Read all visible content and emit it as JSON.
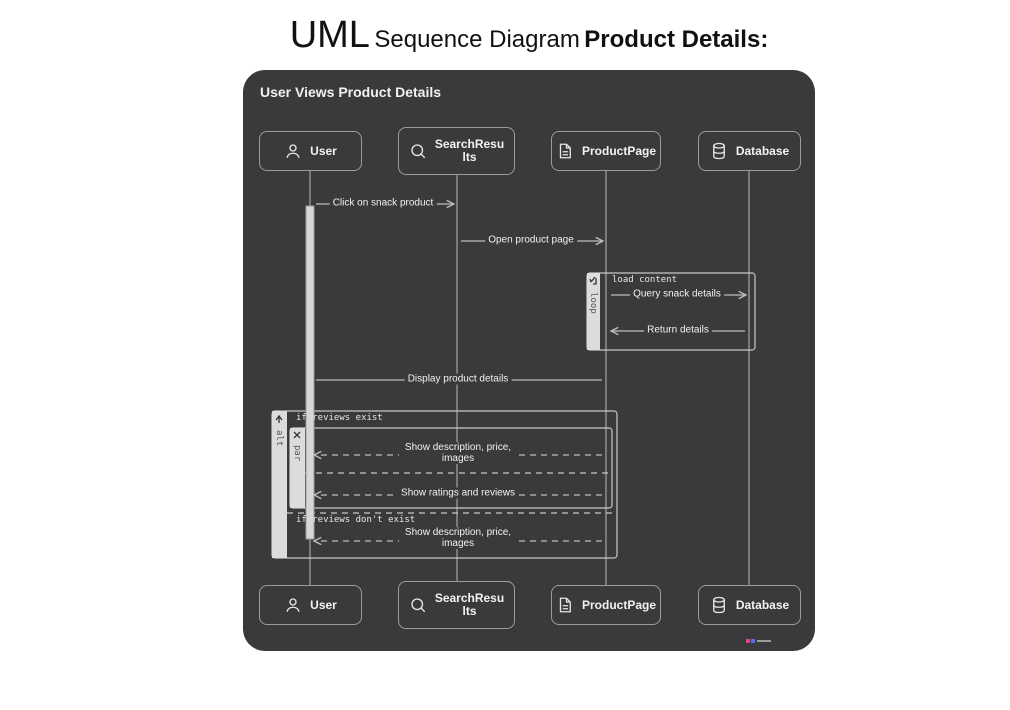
{
  "page": {
    "title_main": "UML",
    "title_mid": "Sequence Diagram",
    "title_bold": "Product Details:"
  },
  "diagram": {
    "title": "User Views Product Details",
    "participants": [
      {
        "name": "User",
        "icon": "user-icon"
      },
      {
        "name": "SearchResults",
        "icon": "search-icon"
      },
      {
        "name": "ProductPage",
        "icon": "document-icon"
      },
      {
        "name": "Database",
        "icon": "database-icon"
      }
    ],
    "messages": [
      {
        "text": "Click on snack product",
        "from": "User",
        "to": "SearchResults",
        "style": "solid"
      },
      {
        "text": "Open product page",
        "from": "SearchResults",
        "to": "ProductPage",
        "style": "solid"
      },
      {
        "text": "Query snack details",
        "from": "ProductPage",
        "to": "Database",
        "style": "solid"
      },
      {
        "text": "Return details",
        "from": "Database",
        "to": "ProductPage",
        "style": "solid"
      },
      {
        "text": "Display product details",
        "from": "ProductPage",
        "to": "User",
        "style": "solid"
      },
      {
        "text": "Show description, price, images",
        "from": "ProductPage",
        "to": "User",
        "style": "dashed"
      },
      {
        "text": "Show ratings and reviews",
        "from": "ProductPage",
        "to": "User",
        "style": "dashed"
      },
      {
        "text": "Show description, price, images",
        "from": "ProductPage",
        "to": "User",
        "style": "dashed"
      }
    ],
    "fragments": {
      "loop": {
        "keyword": "loop",
        "condition": "load content"
      },
      "alt": {
        "keyword": "alt",
        "condition_1": "if reviews exist",
        "condition_2": "if reviews don't exist"
      },
      "par": {
        "keyword": "par"
      }
    },
    "colors": {
      "panel": "#3a3a3c",
      "line": "#9c9c9c",
      "text": "#f2f2f2"
    }
  }
}
